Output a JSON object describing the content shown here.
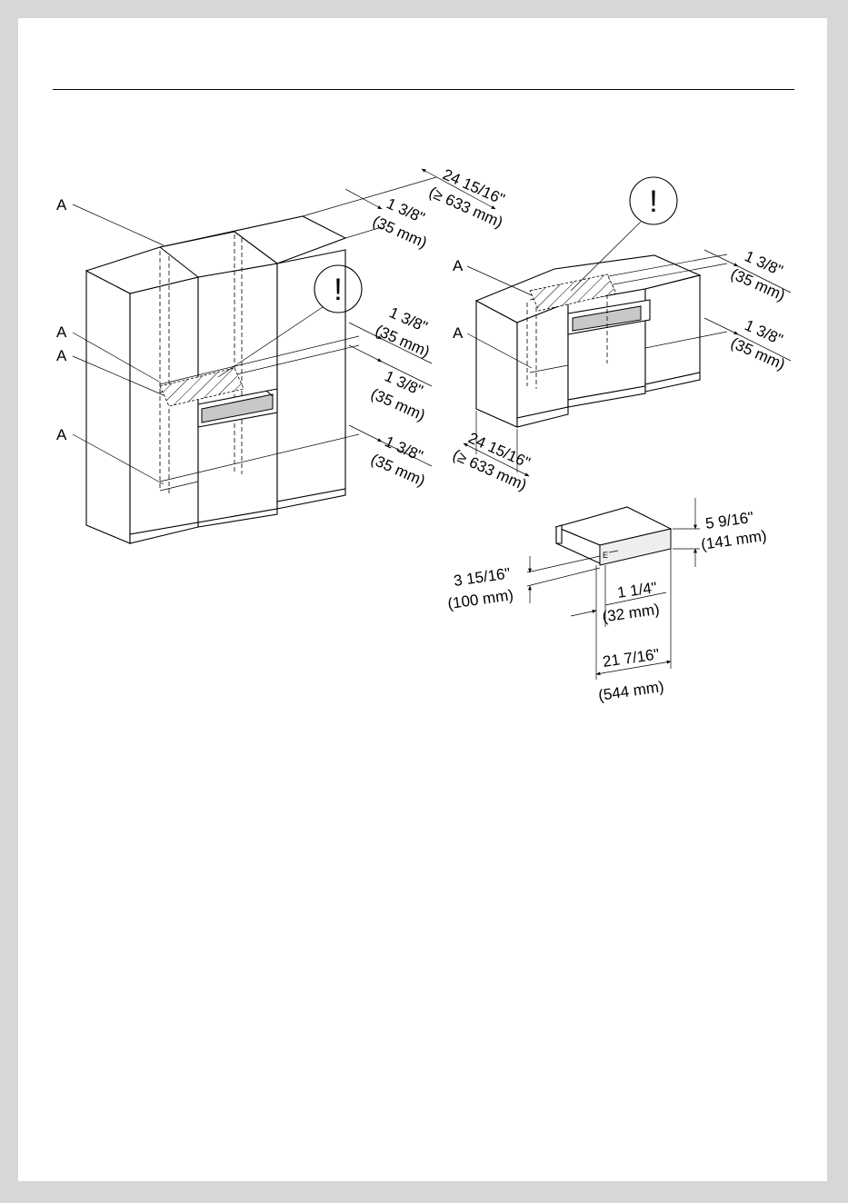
{
  "callouts": {
    "a_label": "A",
    "warning_symbol": "!"
  },
  "tall_unit": {
    "depth_value": "24 15/16\"",
    "depth_min_mm": "(≥ 633 mm)",
    "top_gap_in": "1 3/8\"",
    "top_gap_mm": "(35 mm)",
    "gap1_in": "1 3/8\"",
    "gap1_mm": "(35 mm)",
    "gap2_in": "1 3/8\"",
    "gap2_mm": "(35 mm)",
    "gap3_in": "1 3/8\"",
    "gap3_mm": "(35 mm)"
  },
  "base_unit": {
    "gap_top_in": "1 3/8\"",
    "gap_top_mm": "(35 mm)",
    "gap_bottom_in": "1 3/8\"",
    "gap_bottom_mm": "(35 mm)",
    "depth_value": "24 15/16\"",
    "depth_min_mm": "(≥ 633 mm)"
  },
  "drawer": {
    "badge": "E",
    "height_in": "5 9/16\"",
    "height_mm": "(141 mm)",
    "front_in": "3 15/16\"",
    "front_mm": "(100 mm)",
    "offset_in": "1 1/4\"",
    "offset_mm": "(32 mm)",
    "depth_in": "21 7/16\"",
    "depth_mm": "(544 mm)"
  }
}
